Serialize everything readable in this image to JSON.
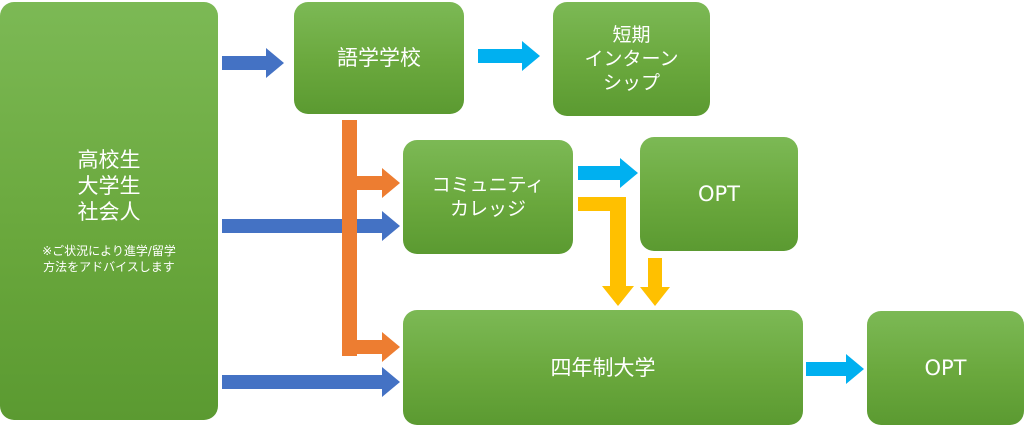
{
  "boxes": {
    "source": {
      "lines": [
        "高校生",
        "大学生",
        "社会人"
      ],
      "note_lines": [
        "※ご状況により進学/留学",
        "方法をアドバイスします"
      ]
    },
    "language_school": {
      "label": "語学学校"
    },
    "short_internship": {
      "lines": [
        "短期",
        "インターン",
        "シップ"
      ]
    },
    "community_college": {
      "lines": [
        "コミュニティ",
        "カレッジ"
      ]
    },
    "opt_top": {
      "label": "OPT"
    },
    "university": {
      "label": "四年制大学"
    },
    "opt_bottom": {
      "label": "OPT"
    }
  },
  "colors": {
    "box_green": "#70ad47",
    "arrow_blue": "#4472c4",
    "arrow_cyan": "#00b0f0",
    "arrow_orange": "#ed7d31",
    "arrow_yellow": "#ffc000"
  }
}
